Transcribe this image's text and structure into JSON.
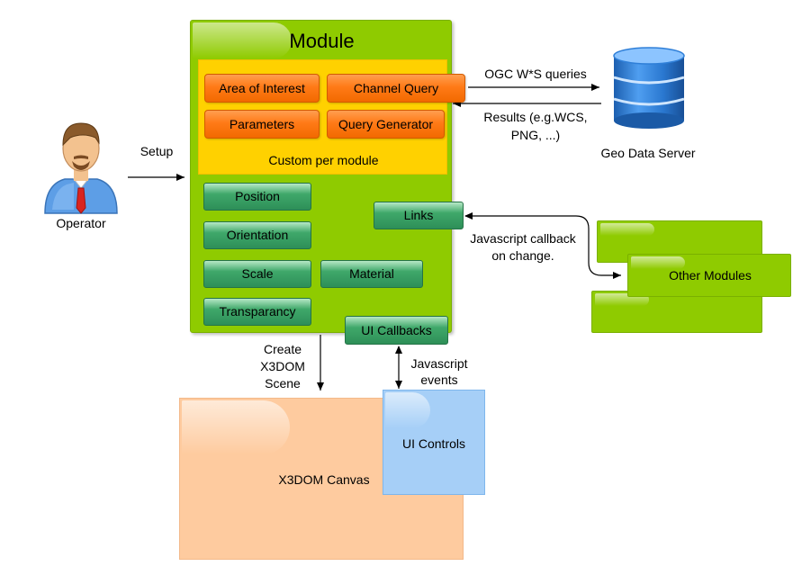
{
  "module": {
    "title": "Module",
    "custom_label": "Custom per module",
    "custom_buttons": [
      "Area of Interest",
      "Channel Query",
      "Parameters",
      "Query Generator"
    ],
    "buttons": [
      "Position",
      "Orientation",
      "Scale",
      "Material",
      "Transparancy"
    ],
    "links_label": "Links",
    "ui_callbacks_label": "UI Callbacks"
  },
  "operator": {
    "label": "Operator",
    "setup_label": "Setup"
  },
  "geo_server": {
    "label": "Geo Data Server",
    "queries_label": "OGC W*S queries",
    "results_line1": "Results (e.g.WCS,",
    "results_line2": "PNG, ...)"
  },
  "other_modules": {
    "label": "Other Modules",
    "callback_line1": "Javascript callback",
    "callback_line2": "on change."
  },
  "scene": {
    "create_line1": "Create",
    "create_line2": "X3DOM",
    "create_line3": "Scene",
    "events_line1": "Javascript",
    "events_line2": "events"
  },
  "canvas": {
    "label": "X3DOM Canvas",
    "ui_controls_label": "UI Controls"
  },
  "colors": {
    "module_green": "#8fcb00",
    "custom_yellow": "#ffd100",
    "orange_button": "#ff7a17",
    "green_button": "#3fa86a",
    "canvas_peach": "#fecb9f",
    "ui_blue": "#a6cff7",
    "db_blue": "#2f7fd8"
  },
  "icons": [
    "operator-person-icon",
    "database-icon"
  ]
}
